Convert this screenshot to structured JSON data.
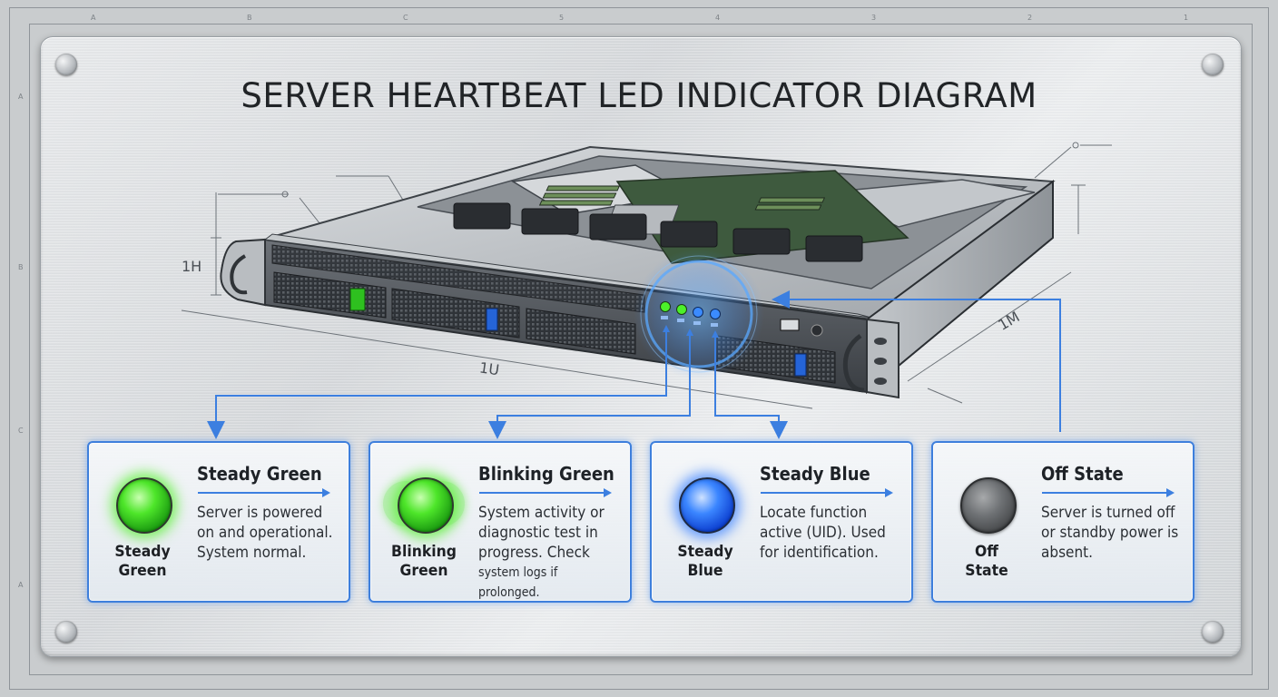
{
  "title": "SERVER HEARTBEAT LED INDICATOR DIAGRAM",
  "ruler": {
    "top": [
      "A",
      "B",
      "C",
      "5",
      "4",
      "3",
      "2",
      "1"
    ],
    "side": [
      "A",
      "B",
      "C",
      "A"
    ]
  },
  "dimensions": {
    "height": "1H",
    "units": "1U",
    "depth": "1M"
  },
  "cards": [
    {
      "heading": "Steady Green",
      "led_label_1": "Steady",
      "led_label_2": "Green",
      "desc_1": "Server is powered",
      "desc_2": "on and operational.",
      "desc_3": "System normal.",
      "desc_4": "",
      "led_color": "#3fe02a"
    },
    {
      "heading": "Blinking Green",
      "led_label_1": "Blinking",
      "led_label_2": "Green",
      "desc_1": "System activity or",
      "desc_2": "diagnostic test in",
      "desc_3": "progress. Check",
      "desc_4": "system logs if prolonged.",
      "led_color": "#3fe02a"
    },
    {
      "heading": "Steady Blue",
      "led_label_1": "Steady",
      "led_label_2": "Blue",
      "desc_1": "Locate function",
      "desc_2": "active (UID). Used",
      "desc_3": "for identification.",
      "desc_4": "",
      "led_color": "#2f7bff"
    },
    {
      "heading": "Off State",
      "led_label_1": "Off",
      "led_label_2": "State",
      "desc_1": "Server is turned off",
      "desc_2": "or standby power is",
      "desc_3": "absent.",
      "desc_4": "",
      "led_color": "#5c5f62"
    }
  ],
  "accent_color": "#3c7fe0"
}
